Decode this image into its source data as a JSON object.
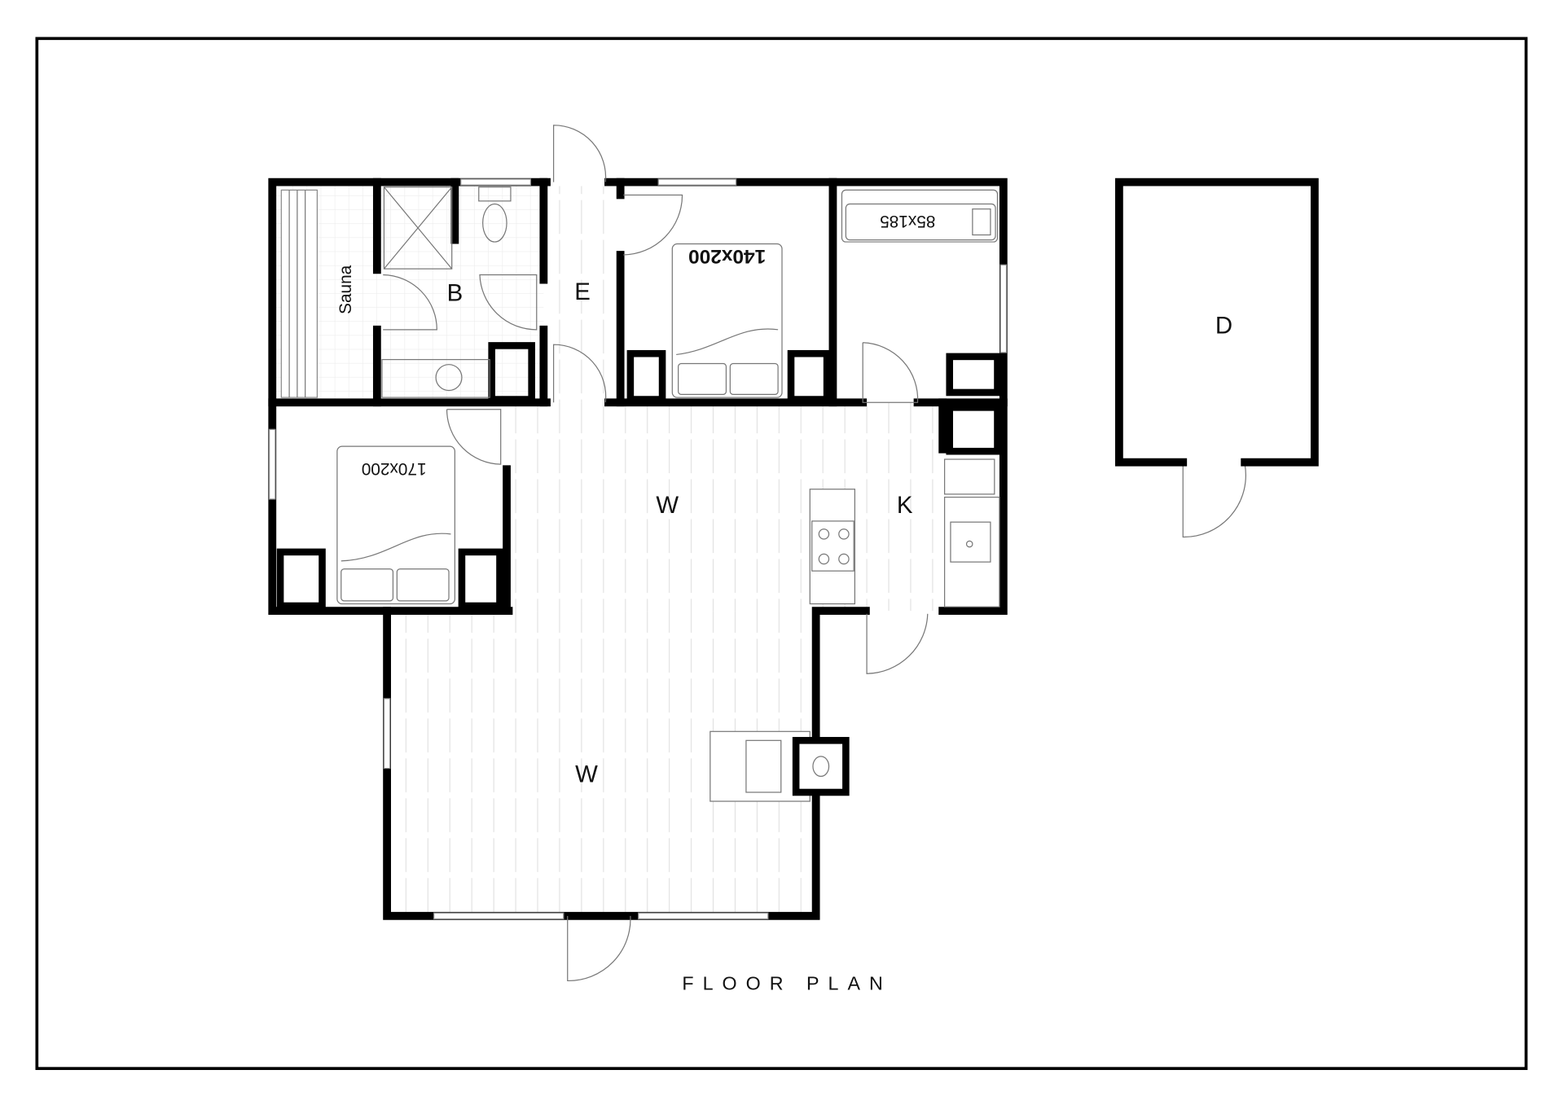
{
  "title": "FLOOR PLAN",
  "rooms": {
    "sauna": "Sauna",
    "bathroom": "B",
    "entrance": "E",
    "living_upper": "W",
    "kitchen": "K",
    "living_lower": "W",
    "shed": "D"
  },
  "beds": {
    "bed_main": "140x200",
    "bed_second": "170x200",
    "bed_single": "85x185"
  },
  "colors": {
    "wall": "#000000",
    "floor_lines": "#dddddd"
  }
}
